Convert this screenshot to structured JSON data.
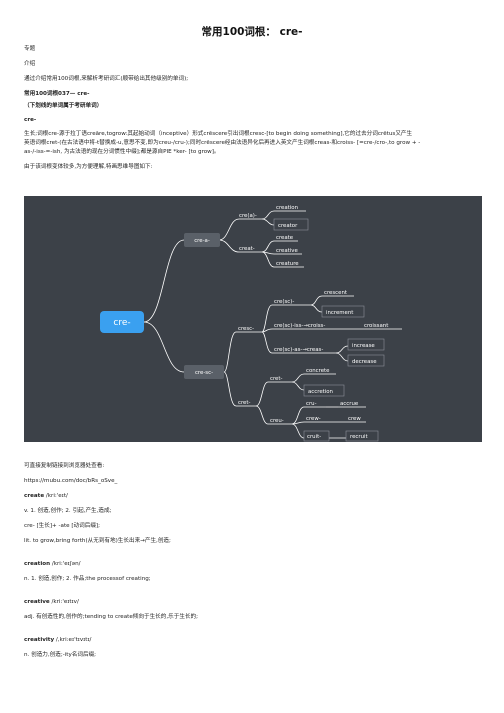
{
  "doc": {
    "title": "常用100词根： cre-",
    "meta_tag": "专题",
    "intro_label": "介绍",
    "intro_text": "通过介绍常用100词根,来解析考研词汇(顺带给出其他级别的单词);",
    "section_title": "常用100词根037— cre-",
    "section_note": "（下划线的单词属于考研单词）",
    "root": "cre-",
    "body_line1": "生长;词根cre-源于拉丁语creāre,togrow:其起始动词（inceptive）形式crēscere引出词根cresc-[to begin doing something],它的过去分词crētus又产生",
    "body_line2": "英语词根cret-(在古法语中将-t替换成-u,意思不变,即为creu-/cru-);同时crēscere经由法语异化后再进入英文产生词根creas-和croiss- [=cre-/cro-,to grow + -",
    "body_line3": "as-/-iss-=-ish, 为古法语的现在分词惯性中缀];都是源自PIE *ker- [to grow]。",
    "mindmap_intro": "由于该词根变体较多,为方便理解,特画思维导图如下:",
    "link_label": "可直接复制链接到浏览器处查看:",
    "link_url": "https://mubu.com/doc/bRs_oSve_",
    "entries": [
      {
        "word": "create",
        "ipa": " /kri:'eɪt/",
        "lines": [
          "v. 1. 创造,创作; 2. 引起,产生,造成;",
          "cre- [生长]+ -ate [动词后缀];",
          "lit. to grow,bring forth(从无到有地)生长出来→产生,创造;"
        ]
      },
      {
        "word": "creation",
        "ipa": " /kri:'eɪʃən/",
        "lines": [
          "n. 1. 创造,创作; 2. 作品;the processof creating;"
        ]
      },
      {
        "word": "creative",
        "ipa": " /kri:'eɪtɪv/",
        "lines": [
          "adj. 有创造性的,创作的;tending to create倾向于生长的,乐于生长的;"
        ]
      },
      {
        "word": "creativity",
        "ipa": " /,kri:eɪ'tɪvɪtɪ/",
        "lines": [
          "n. 创造力,创造;-ity名词后缀;"
        ]
      }
    ]
  },
  "mindmap": {
    "root": "cre-",
    "branches": [
      {
        "label": "cre-a-",
        "children": [
          {
            "label": "cre(a)-",
            "leaves": [
              "creation",
              "creator"
            ]
          },
          {
            "label": "creat-",
            "leaves": [
              "create",
              "creative",
              "creature"
            ]
          }
        ]
      },
      {
        "label": "cre-sc-",
        "children": [
          {
            "label": "cresc-",
            "sub": [
              {
                "label": "cre(sc)-",
                "leaves": [
                  "crescent",
                  "increment"
                ]
              },
              {
                "label": "cre(sc)-iss-→croiss-",
                "leaves": [
                  "croissant"
                ]
              },
              {
                "label": "cre(sc)-as-→creas-",
                "leaves": [
                  "increase",
                  "decrease"
                ]
              }
            ]
          },
          {
            "label": "cret-",
            "sub": [
              {
                "label": "cret-",
                "leaves": [
                  "concrete",
                  "accretion"
                ]
              },
              {
                "label": "creu-",
                "leaves": []
              }
            ],
            "creu_sub": [
              {
                "label": "cru-",
                "leaves": [
                  "accrue"
                ]
              },
              {
                "label": "crew-",
                "leaves": [
                  "crew"
                ]
              },
              {
                "label": "cruit-",
                "leaves": [
                  "recruit"
                ]
              }
            ]
          }
        ]
      }
    ]
  },
  "colors": {
    "background": "#3c4148",
    "root_fill": "#3aa0f0",
    "branch_fill": "#5a6068",
    "line": "#ffffff",
    "highlight_box": "#8a9099"
  }
}
